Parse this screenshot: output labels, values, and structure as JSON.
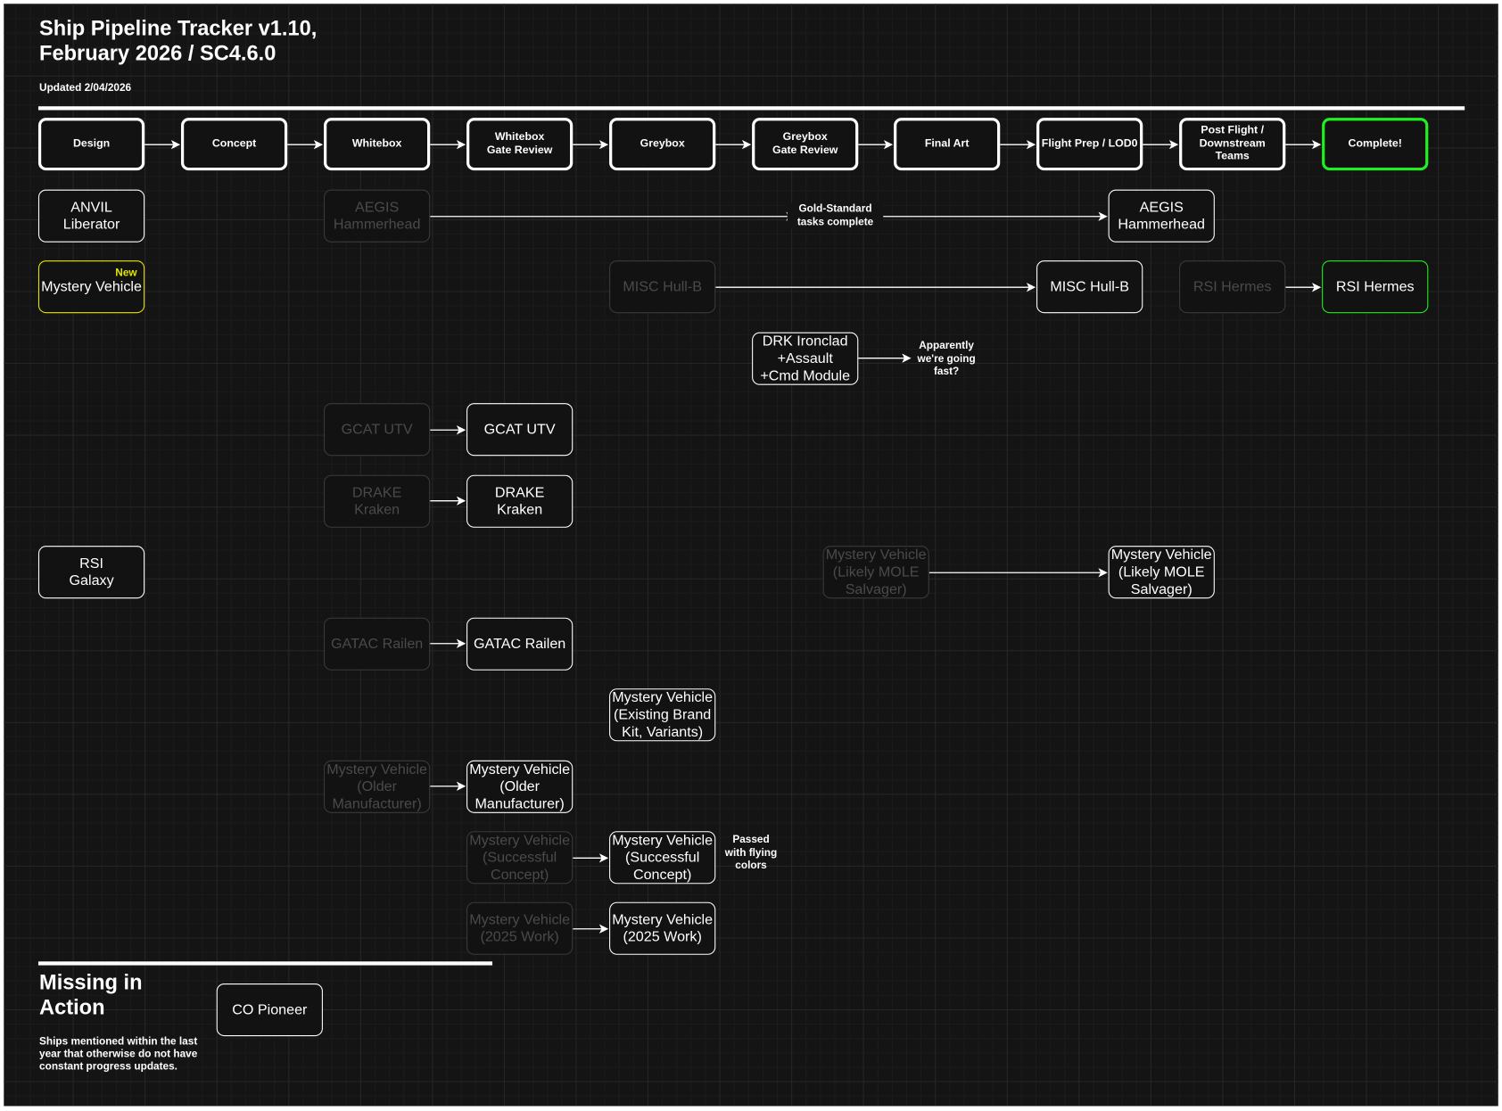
{
  "header": {
    "title": "Ship Pipeline Tracker v1.10,\nFebruary 2026 / SC4.6.0",
    "updated": "Updated 2/04/2026"
  },
  "stages": [
    "Design",
    "Concept",
    "Whitebox",
    "Whitebox\nGate Review",
    "Greybox",
    "Greybox\nGate Review",
    "Final Art",
    "Flight Prep / LOD0",
    "Post Flight /\nDownstream\nTeams",
    "Complete!"
  ],
  "nodes": [
    "ANVIL\nLiberator",
    "AEGIS\nHammerhead",
    "AEGIS\nHammerhead",
    "Mystery Vehicle",
    "MISC Hull-B",
    "MISC Hull-B",
    "RSI Hermes",
    "RSI Hermes",
    "DRK Ironclad\n+Assault\n+Cmd Module",
    "GCAT UTV",
    "GCAT UTV",
    "DRAKE\nKraken",
    "DRAKE\nKraken",
    "RSI\nGalaxy",
    "Mystery Vehicle\n(Likely MOLE\nSalvager)",
    "Mystery Vehicle\n(Likely MOLE\nSalvager)",
    "GATAC Railen",
    "GATAC Railen",
    "Mystery Vehicle\n(Existing Brand\nKit, Variants)",
    "Mystery Vehicle\n(Older\nManufacturer)",
    "Mystery Vehicle\n(Older\nManufacturer)",
    "Mystery Vehicle\n(Successful\nConcept)",
    "Mystery Vehicle\n(Successful\nConcept)",
    "Mystery Vehicle\n(2025 Work)",
    "Mystery Vehicle\n(2025 Work)"
  ],
  "new_tag": "New",
  "notes": {
    "gold": "Gold-Standard\ntasks complete",
    "fast": "Apparently\nwe're going\nfast?",
    "passed": "Passed\nwith flying\ncolors"
  },
  "missing": {
    "title": "Missing in\nAction",
    "description": "Ships mentioned within the last year that otherwise do not have constant progress updates.",
    "items": [
      "CO Pioneer"
    ]
  },
  "colors": {
    "background": "#141414",
    "complete": "#22ee22",
    "new": "#e6e600"
  }
}
